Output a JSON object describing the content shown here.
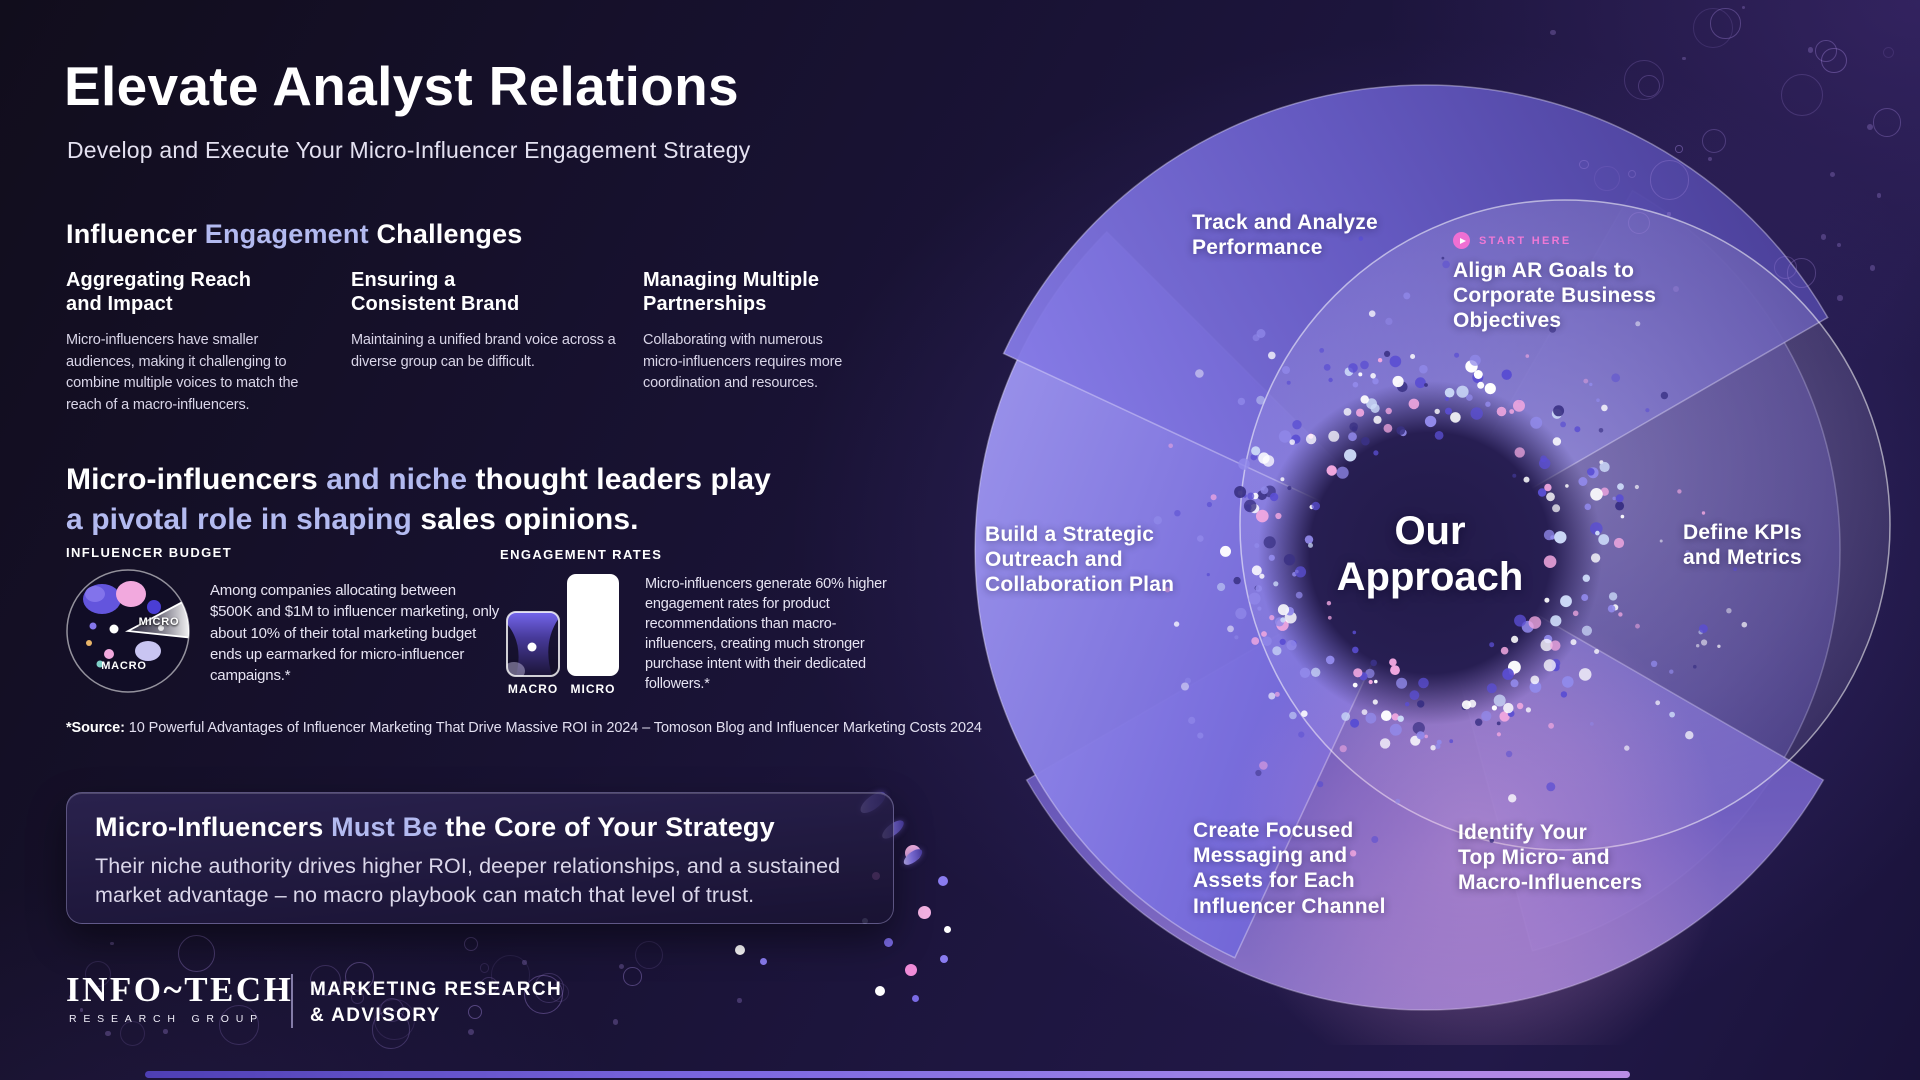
{
  "header": {
    "title": "Elevate Analyst Relations",
    "subtitle": "Develop and Execute Your Micro-Influencer Engagement Strategy"
  },
  "challenges": {
    "heading_pre": "Influencer ",
    "heading_accent": "Engagement",
    "heading_post": " Challenges",
    "items": [
      {
        "title": "Aggregating Reach\nand Impact",
        "body": "Micro-influencers have smaller audiences, making it challenging to combine multiple voices to match the reach of a macro-influencers."
      },
      {
        "title": "Ensuring a\nConsistent Brand",
        "body": "Maintaining a unified brand voice across a diverse group can be difficult."
      },
      {
        "title": "Managing Multiple\nPartnerships",
        "body": "Collaborating with numerous micro-influencers requires more coordination and resources."
      }
    ]
  },
  "statement": {
    "line1_pre": "Micro-influencers ",
    "line1_accent": "and niche",
    "line1_post": " thought leaders play",
    "line2_accent": "a pivotal role in shaping",
    "line2_post": " sales opinions."
  },
  "stats": {
    "budget": {
      "label": "INFLUENCER BUDGET",
      "wedge_label": "MICRO",
      "base_label": "MACRO",
      "text": "Among companies allocating between $500K and $1M to influencer marketing, only about 10% of their total marketing budget ends up earmarked for micro-influencer campaigns.*"
    },
    "engagement": {
      "label": "ENGAGEMENT RATES",
      "bar_left_label": "MACRO",
      "bar_right_label": "MICRO",
      "text": "Micro-influencers generate 60% higher engagement rates for product recommendations than macro-influencers, creating much stronger purchase intent with their dedicated followers.*"
    }
  },
  "source": {
    "label": "*Source:",
    "text": " 10 Powerful Advantages of Influencer Marketing That Drive Massive ROI in 2024 – Tomoson Blog and Influencer Marketing Costs 2024"
  },
  "callout": {
    "title_pre": "Micro-Influencers ",
    "title_accent": "Must Be",
    "title_post": " the Core of Your Strategy",
    "body": "Their niche authority drives higher ROI, deeper relationships, and a sustained market advantage – no macro playbook can match that level of trust."
  },
  "wheel": {
    "start_here": "START HERE",
    "center": "Our\nApproach",
    "steps": [
      {
        "id": "align",
        "label": "Align AR Goals to\nCorporate Business\nObjectives"
      },
      {
        "id": "define",
        "label": "Define KPIs\nand Metrics"
      },
      {
        "id": "identify",
        "label": "Identify Your\nTop Micro- and\nMacro-Influencers"
      },
      {
        "id": "create",
        "label": "Create Focused\nMessaging and\nAssets for Each\nInfluencer Channel"
      },
      {
        "id": "build",
        "label": "Build a Strategic\nOutreach and\nCollaboration Plan"
      },
      {
        "id": "track",
        "label": "Track and Analyze\nPerformance"
      }
    ]
  },
  "footer": {
    "logo_name": "INFO~TECH",
    "logo_sub": "RESEARCH GROUP",
    "division": "MARKETING RESEARCH\n& ADVISORY"
  },
  "icons": {
    "start_here": "play-icon"
  },
  "colors": {
    "accent_lavender": "#b3baf0",
    "accent_pink": "#ef6fd3",
    "periwinkle": "#8a80e8",
    "background_dark": "#181232"
  }
}
